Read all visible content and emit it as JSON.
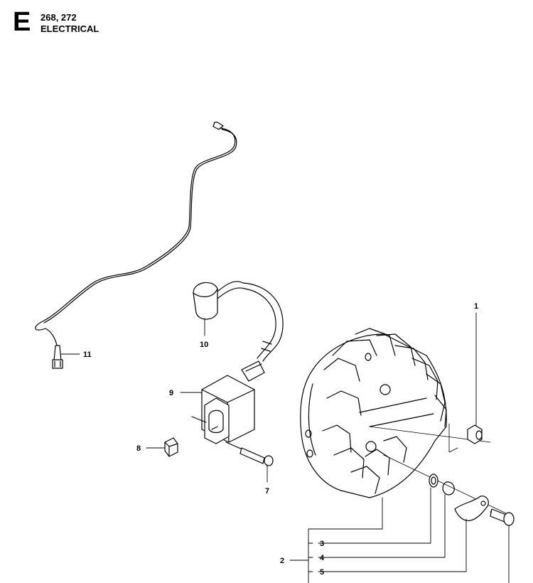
{
  "header": {
    "section_letter": "E",
    "models": "268, 272",
    "title": "ELECTRICAL"
  },
  "callouts": {
    "p1": "1",
    "p2": "2",
    "p3": "3",
    "p4": "4",
    "p5": "5",
    "p7": "7",
    "p8": "8",
    "p9": "9",
    "p10": "10",
    "p11": "11"
  },
  "colors": {
    "line": "#000000",
    "background": "#ffffff"
  }
}
